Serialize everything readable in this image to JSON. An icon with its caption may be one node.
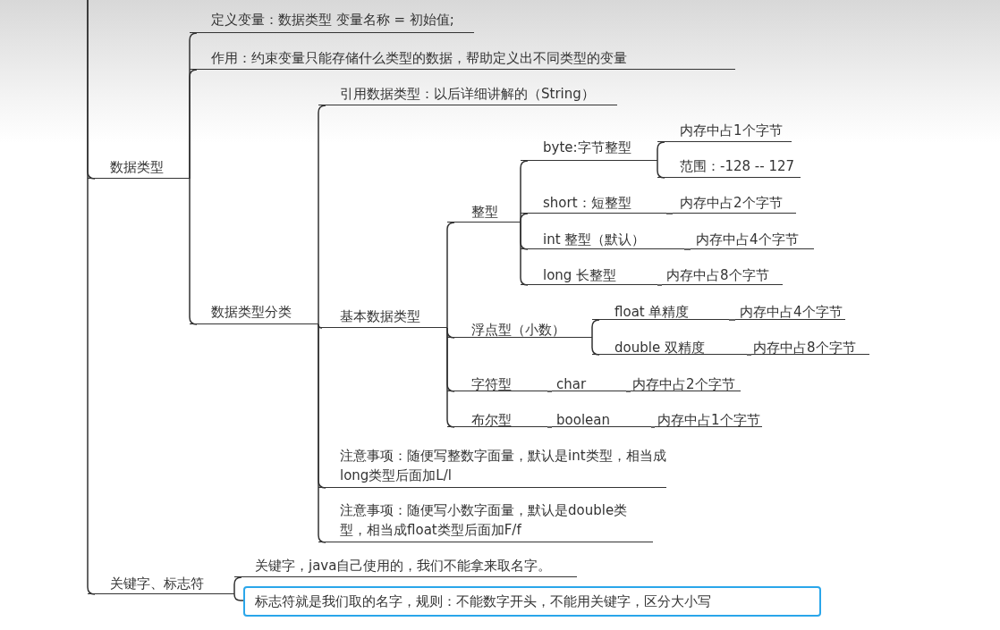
{
  "diagram": {
    "nodes": [
      {
        "text": [
          "数据类型"
        ]
      },
      {
        "text": [
          "定义变量：数据类型  变量名称 = 初始值;"
        ]
      },
      {
        "text": [
          "作用：约束变量只能存储什么类型的数据，帮助定义出不同类型的变量"
        ]
      },
      {
        "text": [
          "数据类型分类"
        ]
      },
      {
        "text": [
          "引用数据类型：以后详细讲解的（String）"
        ]
      },
      {
        "text": [
          "基本数据类型"
        ]
      },
      {
        "text": [
          "整型"
        ]
      },
      {
        "text": [
          "byte:字节整型"
        ]
      },
      {
        "text": [
          "内存中占1个字节"
        ]
      },
      {
        "text": [
          "范围：-128 -- 127"
        ]
      },
      {
        "text": [
          "short：短整型"
        ]
      },
      {
        "text": [
          "内存中占2个字节"
        ]
      },
      {
        "text": [
          "int 整型（默认）"
        ]
      },
      {
        "text": [
          "内存中占4个字节"
        ]
      },
      {
        "text": [
          "long 长整型"
        ]
      },
      {
        "text": [
          "内存中占8个字节"
        ]
      },
      {
        "text": [
          "浮点型（小数）"
        ]
      },
      {
        "text": [
          "float 单精度"
        ]
      },
      {
        "text": [
          "内存中占4个字节"
        ]
      },
      {
        "text": [
          "double 双精度"
        ]
      },
      {
        "text": [
          "内存中占8个字节"
        ]
      },
      {
        "text": [
          "字符型"
        ]
      },
      {
        "text": [
          "char"
        ]
      },
      {
        "text": [
          "内存中占2个字节"
        ]
      },
      {
        "text": [
          "布尔型"
        ]
      },
      {
        "text": [
          "boolean"
        ]
      },
      {
        "text": [
          "内存中占1个字节"
        ]
      },
      {
        "text": [
          "注意事项：随便写整数字面量，默认是int类型，相当成long类型后面加L/l"
        ]
      },
      {
        "text": [
          "注意事项：随便写小数字面量，默认是double类型，相当成float类型后面加F/f"
        ]
      },
      {
        "text": [
          "关键字、标志符"
        ]
      },
      {
        "text": [
          "关键字，java自己使用的，我们不能拿来取名字。"
        ]
      },
      {
        "text": [
          "标志符就是我们取的名字，规则：不能数字开头，不能用关键字，区分大小写"
        ]
      }
    ],
    "edges": [
      {
        "from": null,
        "to": 0,
        "arrow": "none"
      },
      {
        "from": null,
        "to": 29,
        "arrow": "none"
      },
      {
        "from": 0,
        "to": 1,
        "arrow": "none"
      },
      {
        "from": 0,
        "to": 2,
        "arrow": "none"
      },
      {
        "from": 0,
        "to": 3,
        "arrow": "none"
      },
      {
        "from": 3,
        "to": 4,
        "arrow": "none"
      },
      {
        "from": 3,
        "to": 5,
        "arrow": "none"
      },
      {
        "from": 3,
        "to": 27,
        "arrow": "none"
      },
      {
        "from": 3,
        "to": 28,
        "arrow": "none"
      },
      {
        "from": 5,
        "to": 6,
        "arrow": "none"
      },
      {
        "from": 5,
        "to": 16,
        "arrow": "none"
      },
      {
        "from": 5,
        "to": 21,
        "arrow": "none"
      },
      {
        "from": 5,
        "to": 24,
        "arrow": "none"
      },
      {
        "from": 6,
        "to": 7,
        "arrow": "none"
      },
      {
        "from": 6,
        "to": 10,
        "arrow": "none"
      },
      {
        "from": 6,
        "to": 12,
        "arrow": "none"
      },
      {
        "from": 6,
        "to": 14,
        "arrow": "none"
      },
      {
        "from": 7,
        "to": 8,
        "arrow": "none"
      },
      {
        "from": 7,
        "to": 9,
        "arrow": "none"
      },
      {
        "from": 10,
        "to": 11,
        "arrow": "none"
      },
      {
        "from": 12,
        "to": 13,
        "arrow": "none"
      },
      {
        "from": 14,
        "to": 15,
        "arrow": "none"
      },
      {
        "from": 16,
        "to": 17,
        "arrow": "none"
      },
      {
        "from": 16,
        "to": 19,
        "arrow": "none"
      },
      {
        "from": 17,
        "to": 18,
        "arrow": "none"
      },
      {
        "from": 19,
        "to": 20,
        "arrow": "none"
      },
      {
        "from": 21,
        "to": 22,
        "arrow": "none"
      },
      {
        "from": 22,
        "to": 23,
        "arrow": "none"
      },
      {
        "from": 24,
        "to": 25,
        "arrow": "none"
      },
      {
        "from": 25,
        "to": 26,
        "arrow": "none"
      },
      {
        "from": 29,
        "to": 30,
        "arrow": "none"
      },
      {
        "from": 29,
        "to": 31,
        "arrow": "none"
      }
    ]
  }
}
